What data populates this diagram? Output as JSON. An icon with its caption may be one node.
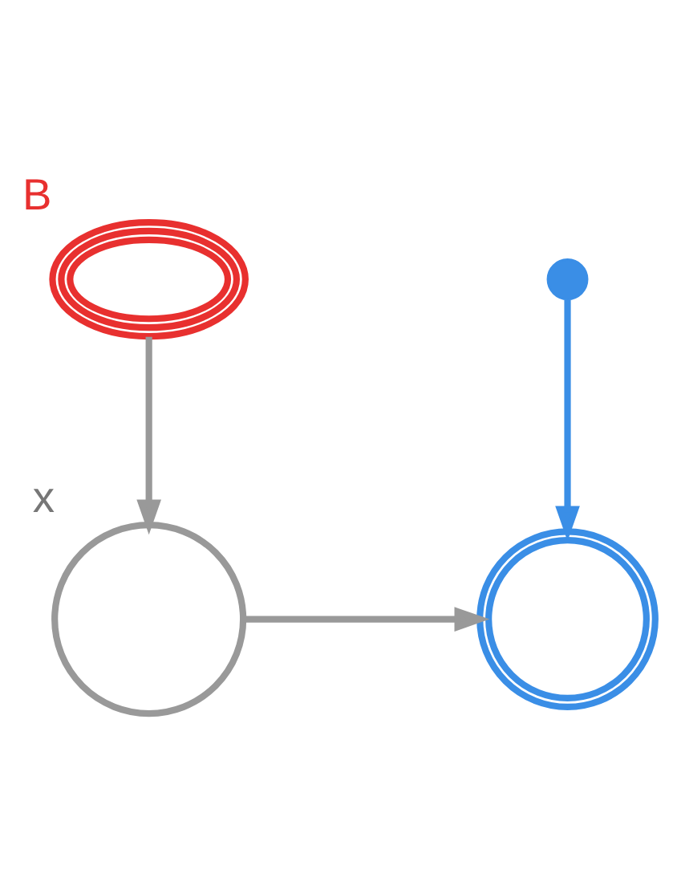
{
  "diagram": {
    "nodes": [
      {
        "text": [],
        "shape": "ellipse",
        "beside": [
          "B"
        ]
      },
      {
        "text": [],
        "shape": "circle"
      },
      {
        "text": [],
        "shape": "circle",
        "beside": [
          "x"
        ]
      },
      {
        "text": [],
        "shape": "circle"
      }
    ],
    "edges": [
      {
        "from": 0,
        "to": 2,
        "arrow": "to"
      },
      {
        "from": 1,
        "to": 3,
        "arrow": "to",
        "color": "#3a8ee6"
      },
      {
        "from": 2,
        "to": 3,
        "arrow": "to"
      }
    ]
  }
}
